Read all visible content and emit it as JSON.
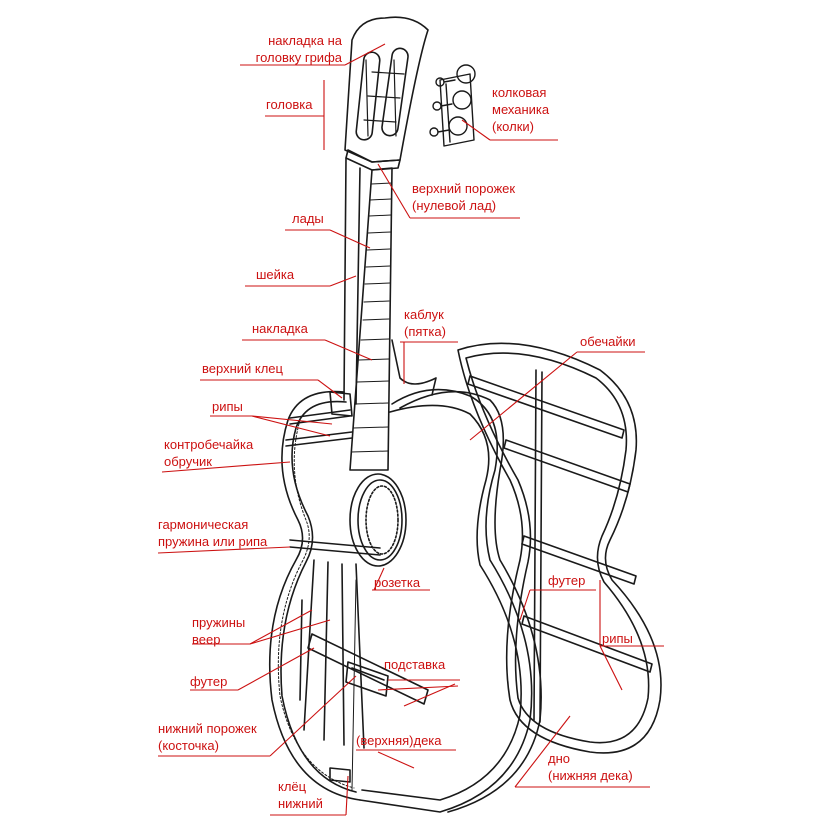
{
  "diagram": {
    "colors": {
      "label": "#cc1111",
      "outline": "#1a1a1a",
      "leader": "#cc1111"
    },
    "labels": {
      "head_plate": [
        "накладка на",
        "головку грифа"
      ],
      "head": "головка",
      "tuners": [
        "колковая",
        "механика",
        "(колки)"
      ],
      "nut": [
        "верхний порожек",
        "(нулевой лад)"
      ],
      "frets": "лады",
      "neck": "шейка",
      "fingerboard": "накладка",
      "heel": [
        "каблук",
        "(пятка)"
      ],
      "top_block": "верхний клец",
      "sides": "обечайки",
      "braces_top": "рипы",
      "kerfing": [
        "контробечайка",
        "обручик"
      ],
      "harmonic_bar": [
        "гармоническая",
        "пружина или рипа"
      ],
      "rosette": "розетка",
      "fan_braces": [
        "пружины",
        "веер"
      ],
      "lining_front": "футер",
      "lining_back": "футер",
      "braces_back": "рипы",
      "bridge": "подставка",
      "saddle": [
        "нижний порожек",
        "(косточка)"
      ],
      "soundboard": "(верхняя)дека",
      "back": [
        "дно",
        "(нижняя дека)"
      ],
      "bottom_block": [
        "клёц",
        "нижний"
      ]
    }
  }
}
